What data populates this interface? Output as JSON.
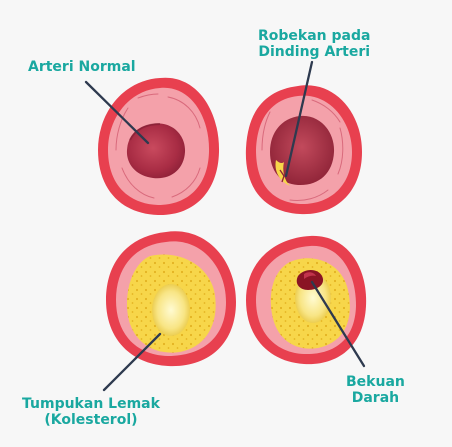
{
  "labels": {
    "normal": [
      "Arteri Normal"
    ],
    "tear": [
      "Robekan pada",
      "Dinding Arteri"
    ],
    "fat": [
      "Tumpukan Lemak",
      "(Kolesterol)"
    ],
    "clot": [
      "Bekuan",
      "Darah"
    ]
  },
  "colors": {
    "outer_ring": "#e8404f",
    "wall": "#f4a1aa",
    "lumen": "#b8344a",
    "plaque": "#f7d64a",
    "clot": "#8a1424",
    "label": "#1aa8a0",
    "leader": "#2e3a4f"
  }
}
